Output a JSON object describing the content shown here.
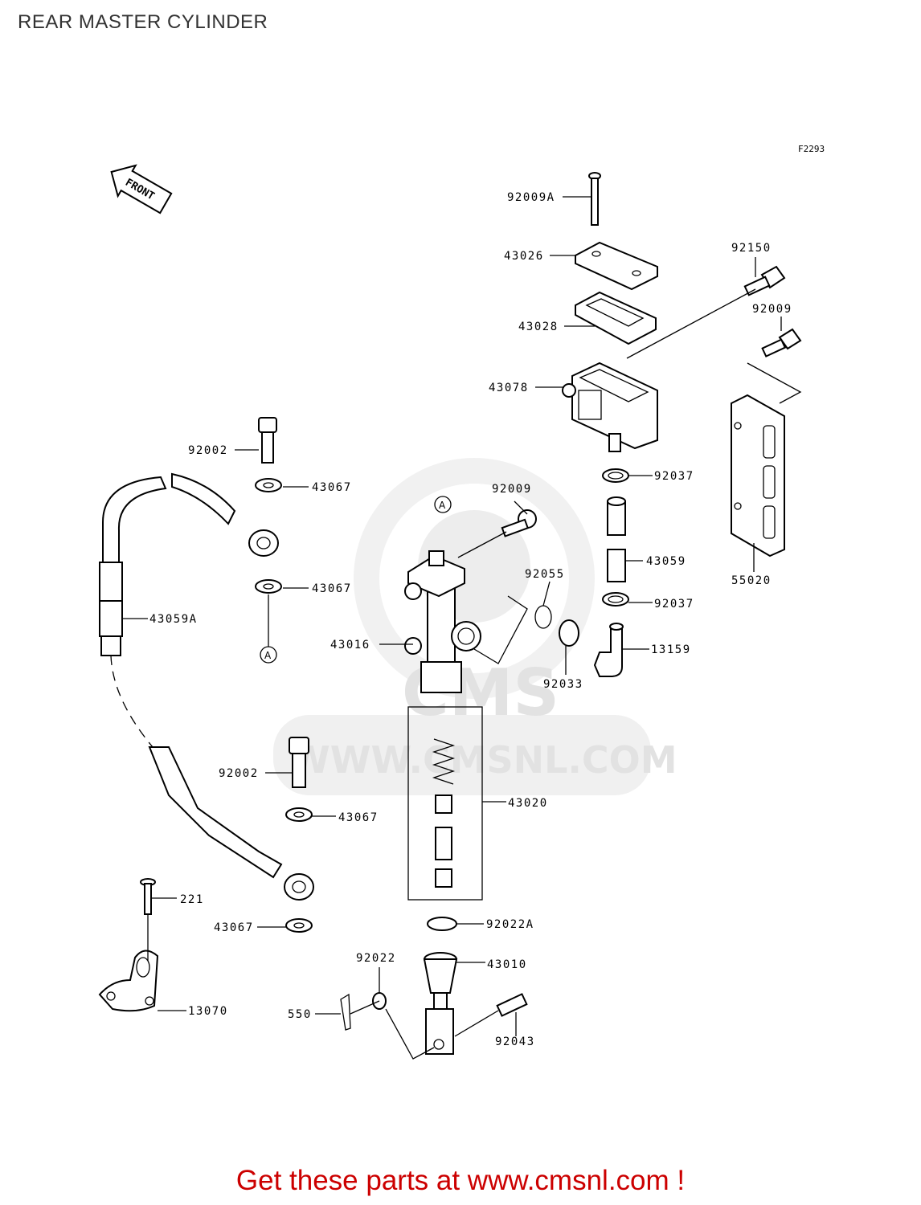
{
  "title": "REAR MASTER CYLINDER",
  "figure_code": "F2293",
  "front_arrow_text": "FRONT",
  "ref_marker": "A",
  "watermark": {
    "logo_text": "CMS",
    "url_text": "WWW.CMSNL.COM"
  },
  "cta_text": "Get these parts at www.cmsnl.com !",
  "parts": [
    "92009A",
    "43026",
    "92150",
    "43028",
    "92009",
    "43078",
    "92002",
    "43067",
    "92037",
    "92009",
    "43059",
    "55020",
    "92055",
    "43067",
    "92037",
    "43059A",
    "43016",
    "13159",
    "92033",
    "92002",
    "43020",
    "43067",
    "221",
    "43067",
    "92022A",
    "92022",
    "43010",
    "13070",
    "550",
    "92043"
  ]
}
